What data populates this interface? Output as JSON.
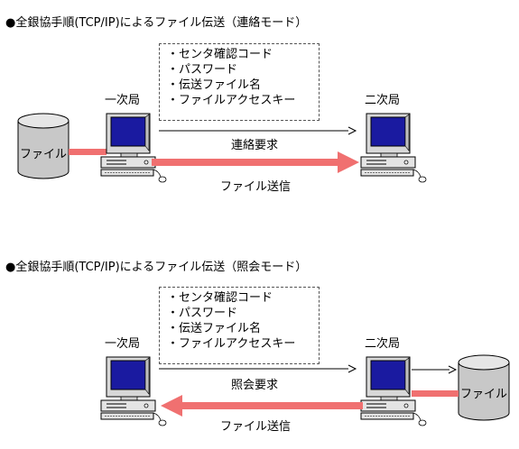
{
  "section1": {
    "title": "●全銀協手順(TCP/IP)によるファイル伝送（連絡モード）",
    "items": [
      "センタ確認コード",
      "パスワード",
      "伝送ファイル名",
      "ファイルアクセスキー"
    ],
    "left_station": "一次局",
    "right_station": "二次局",
    "file_label": "ファイル",
    "request_label": "連絡要求",
    "send_label": "ファイル送信"
  },
  "section2": {
    "title": "●全銀協手順(TCP/IP)によるファイル伝送（照会モード）",
    "items": [
      "センタ確認コード",
      "パスワード",
      "伝送ファイル名",
      "ファイルアクセスキー"
    ],
    "left_station": "一次局",
    "right_station": "二次局",
    "file_label": "ファイル",
    "request_label": "照会要求",
    "send_label": "ファイル送信"
  },
  "colors": {
    "transfer_arrow": "#f07070",
    "screen": "#1a1aa0",
    "cylinder": "#c8c8c8"
  }
}
